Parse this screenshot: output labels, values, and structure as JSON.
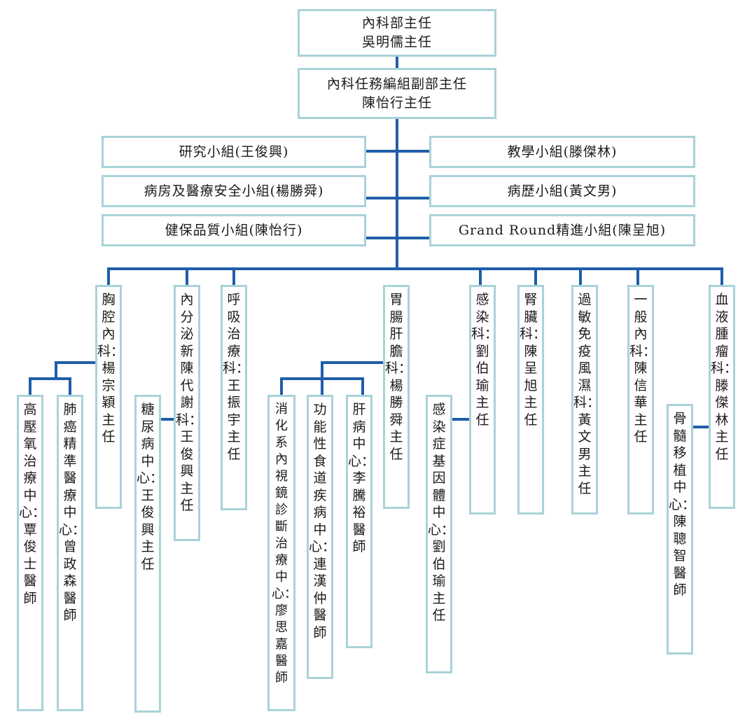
{
  "colors": {
    "line": "#1f5ea8",
    "box_border": "#a9d2d9"
  },
  "chief": {
    "line1": "內科部主任",
    "line2": "吳明儒主任"
  },
  "deputy": {
    "line1": "內科任務編組副部主任",
    "line2": "陳怡行主任"
  },
  "groups": [
    {
      "label": "研究小組(王俊興)"
    },
    {
      "label": "教學小組(滕傑林)"
    },
    {
      "label": "病房及醫療安全小組(楊勝舜)"
    },
    {
      "label": "病歷小組(黃文男)"
    },
    {
      "label": "健保品質小組(陳怡行)"
    },
    {
      "label": "Grand Round精進小組(陳呈旭)"
    }
  ],
  "divisions": [
    {
      "text": "胸腔內科：楊宗穎主任"
    },
    {
      "text": "內分泌新陳代謝科：王俊興主任"
    },
    {
      "text": "呼吸治療科：王振宇主任"
    },
    {
      "text": "胃腸肝膽科：楊勝舜主任"
    },
    {
      "text": "感染科：劉伯瑜主任"
    },
    {
      "text": "腎臟科：陳呈旭主任"
    },
    {
      "text": "過敏免疫風濕科：黃文男主任"
    },
    {
      "text": "一般內科：陳信華主任"
    },
    {
      "text": "血液腫瘤科：滕傑林主任"
    }
  ],
  "centers": [
    {
      "text": "高壓氧治療中心：覃俊士醫師"
    },
    {
      "text": "肺癌精準醫療中心：曾政森醫師"
    },
    {
      "text": "糖尿病中心：王俊興主任"
    },
    {
      "text": "消化系內視鏡診斷治療中心：廖思嘉醫師"
    },
    {
      "text": "功能性食道疾病中心：連漢仲醫師"
    },
    {
      "text": "肝病中心：李騰裕醫師"
    },
    {
      "text": "感染症基因體中心：劉伯瑜主任"
    },
    {
      "text": "骨髓移植中心：陳聰智醫師"
    }
  ]
}
